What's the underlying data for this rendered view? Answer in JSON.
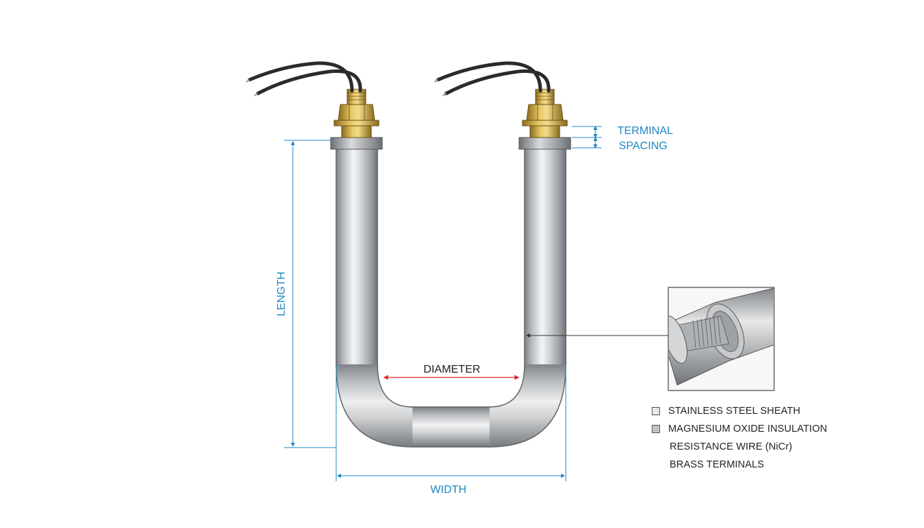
{
  "labels": {
    "terminal_spacing_line1": "TERMINAL",
    "terminal_spacing_line2": "SPACING",
    "length": "LENGTH",
    "diameter": "DIAMETER",
    "width": "WIDTH"
  },
  "legend": [
    {
      "label": "STAINLESS STEEL SHEATH",
      "swatch": "#e6e7e8"
    },
    {
      "label": "MAGNESIUM OXIDE INSULATION",
      "swatch": "#bfc2c5"
    },
    {
      "label": "RESISTANCE WIRE (NiCr)",
      "swatch": ""
    },
    {
      "label": "BRASS TERMINALS",
      "swatch": ""
    }
  ],
  "colors": {
    "dimension_blue": "#1f86c4",
    "diameter_red": "#e0262a",
    "brass": "#c9a23a",
    "steel": "#b7babd",
    "wire": "#2b2b2b"
  }
}
